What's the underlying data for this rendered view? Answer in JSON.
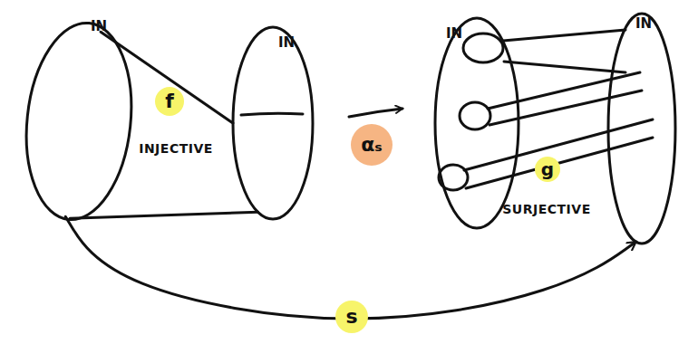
{
  "diagram": {
    "nodes": [
      {
        "text": [
          "IN"
        ]
      },
      {
        "text": [
          "IN"
        ]
      },
      {
        "text": [
          "IN"
        ]
      },
      {
        "text": [
          "IN"
        ]
      }
    ],
    "edges": [
      {
        "from": 0,
        "to": 1,
        "arrow": "none"
      },
      {
        "from": 0,
        "to": 1,
        "arrow": "none"
      },
      {
        "from": 0,
        "to": 3,
        "label": "s",
        "arrow": "to"
      }
    ],
    "labels": [
      "f",
      "INJECTIVE",
      "αₛ",
      "g",
      "SURJECTIVE"
    ]
  }
}
